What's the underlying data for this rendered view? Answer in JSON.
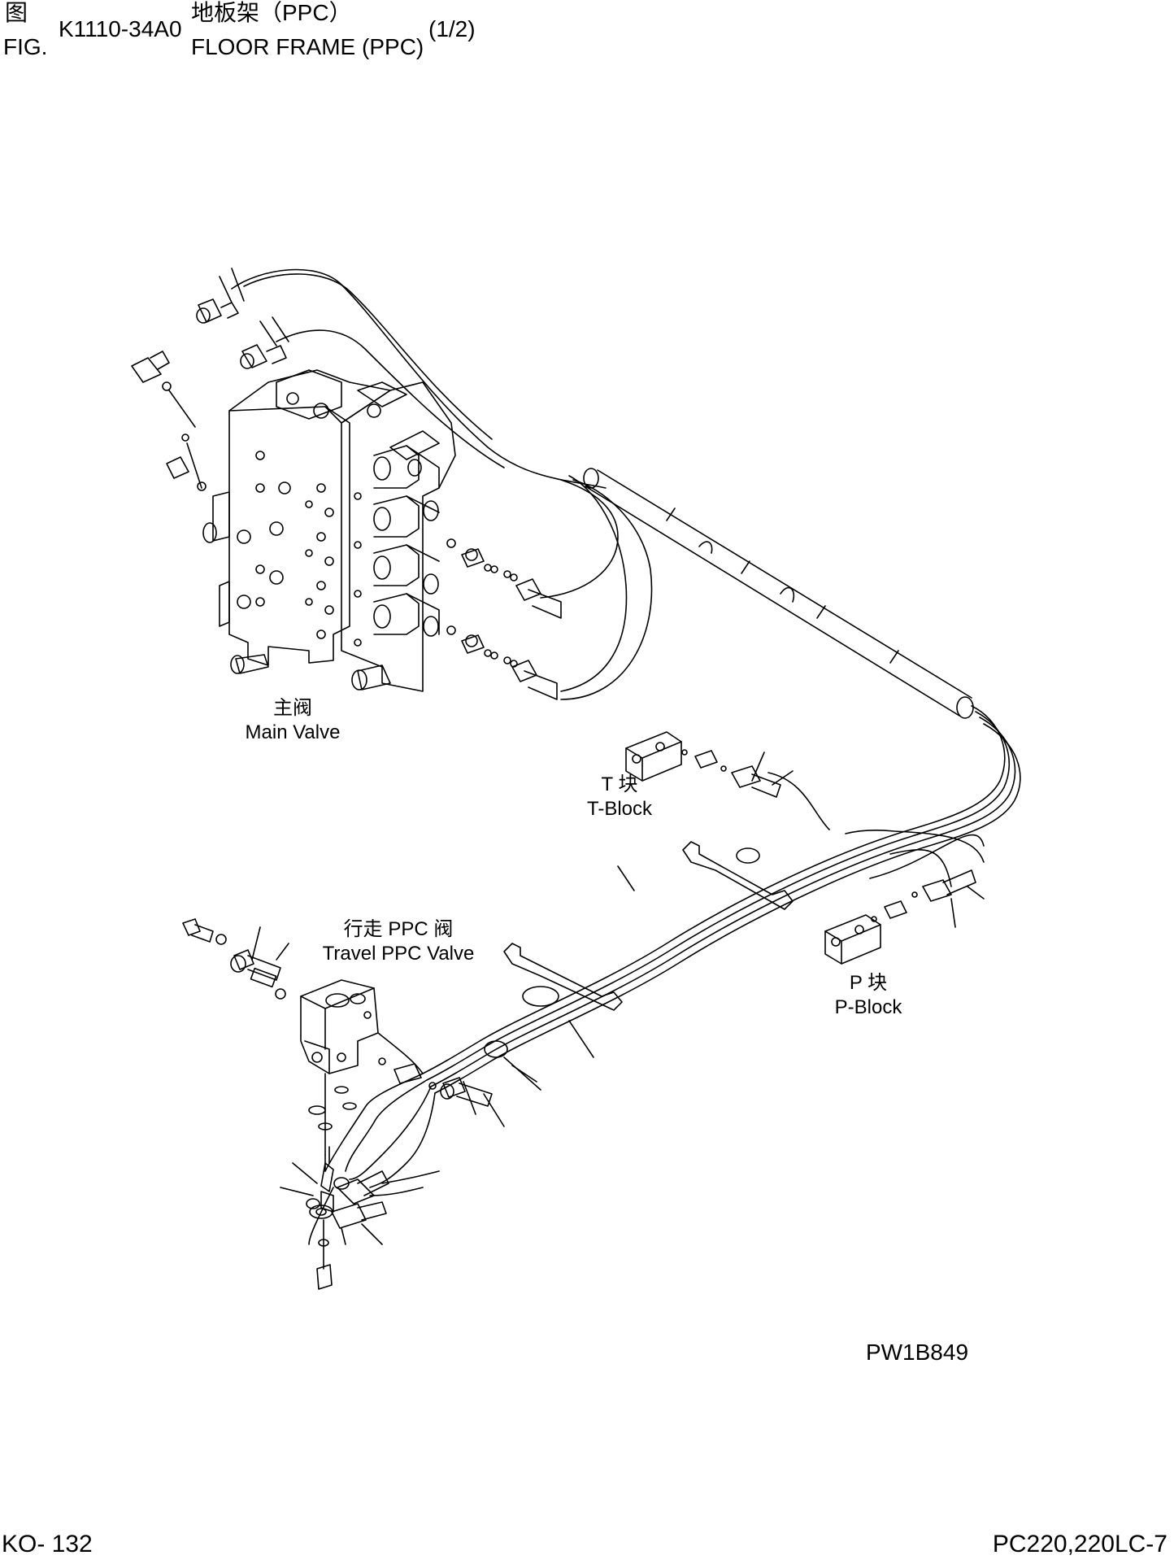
{
  "header": {
    "fig_cn": "图",
    "fig_en": "FIG.",
    "fig_code": "K1110-34A0",
    "title_cn": "地板架（PPC）",
    "title_en": "FLOOR FRAME (PPC)",
    "page_of": "(1/2)"
  },
  "labels": {
    "main_valve_cn": "主阀",
    "main_valve_en": "Main Valve",
    "t_block_cn": "T 块",
    "t_block_en": "T-Block",
    "travel_ppc_cn": "行走 PPC 阀",
    "travel_ppc_en": "Travel PPC Valve",
    "p_block_cn": "P 块",
    "p_block_en": "P-Block"
  },
  "drawing_code": "PW1B849",
  "footer": {
    "page_code": "KO- 132",
    "model": "PC220,220LC-7"
  }
}
